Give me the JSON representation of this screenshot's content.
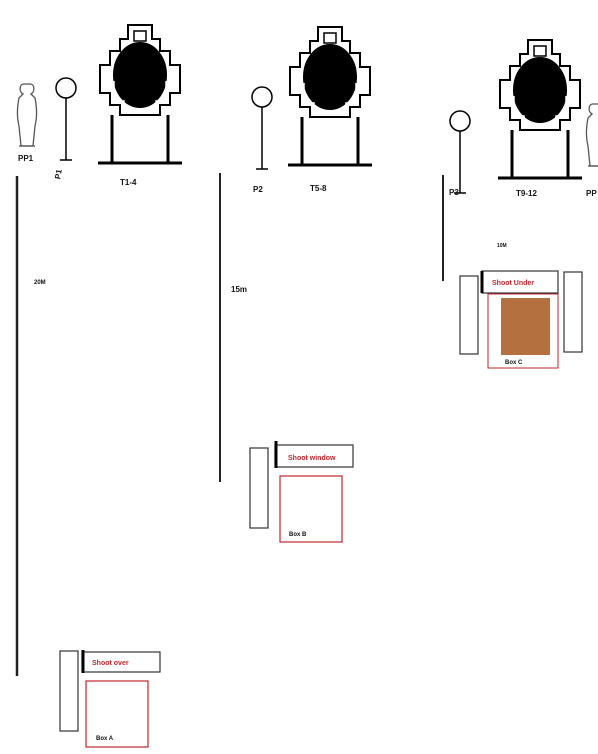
{
  "popper_left": {
    "label": "PP1"
  },
  "popper_right": {
    "label": "PP"
  },
  "plates": [
    {
      "label": "P1"
    },
    {
      "label": "P2"
    },
    {
      "label": "P3"
    }
  ],
  "target_groups": [
    {
      "label": "T1-4"
    },
    {
      "label": "T5-8"
    },
    {
      "label": "T9-12"
    }
  ],
  "distances": [
    {
      "label": "20M"
    },
    {
      "label": "15m"
    },
    {
      "label": "10M"
    }
  ],
  "boxes": [
    {
      "name": "Box A",
      "instruction": "Shoot over"
    },
    {
      "name": "Box B",
      "instruction": "Shoot window"
    },
    {
      "name": "Box C",
      "instruction": "Shoot Under"
    }
  ],
  "colors": {
    "instruction_text": "#c0272d",
    "box_border": "#c0272d",
    "box_c_fill": "#b5703f",
    "target_black": "#000000"
  }
}
